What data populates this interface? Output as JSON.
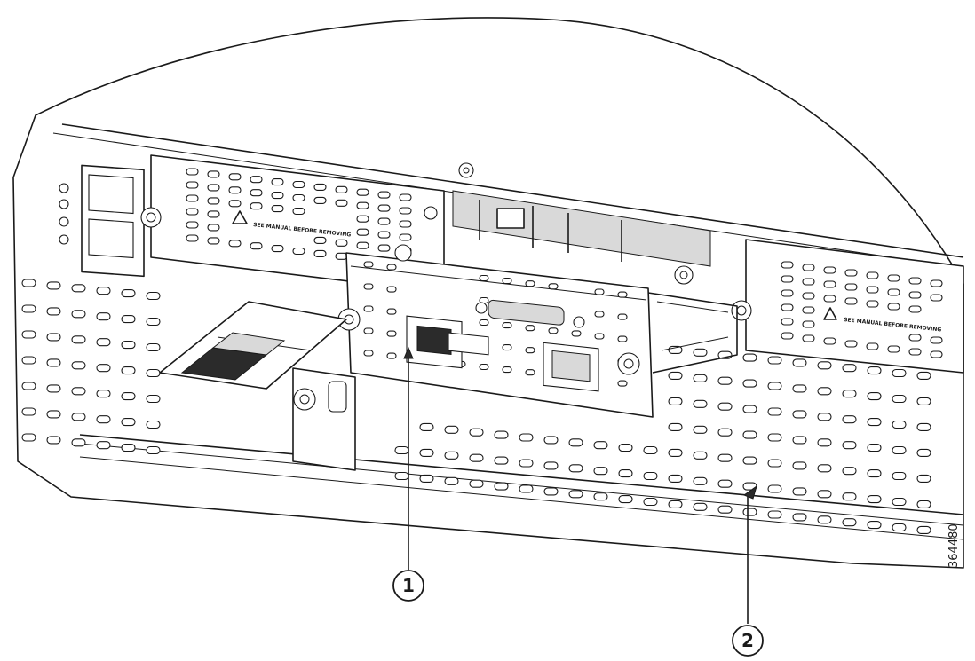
{
  "figure": {
    "callouts": [
      {
        "number": "1"
      },
      {
        "number": "2"
      }
    ],
    "figure_id": "364480",
    "warning_label": "SEE MANUAL BEFORE REMOVING"
  },
  "icons": [
    "screw-icon",
    "warning-icon",
    "rj45-port-icon",
    "sfp-port-icon"
  ]
}
